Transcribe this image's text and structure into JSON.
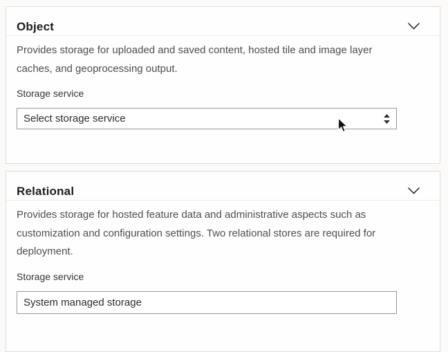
{
  "page": {
    "background": "#fbfaf8"
  },
  "colors": {
    "panel_background": "#fefefe",
    "panel_border": "#dcdcda",
    "header_divider": "#ececea",
    "title_text": "#1d1d1d",
    "body_text": "#4d4d4d",
    "label_text": "#323232",
    "control_text": "#2b2b2b",
    "control_border": "#979797",
    "icon_color": "#2b2b2b"
  },
  "panels": [
    {
      "title": "Object",
      "description_lines": [
        "Provides storage for uploaded and saved content, hosted tile and image layer",
        "caches, and geoprocessing output."
      ],
      "field_label": "Storage service",
      "control": {
        "kind": "select",
        "value": "Select storage service",
        "icon": "updown-arrows-icon"
      },
      "collapse_icon": "chevron-down-icon"
    },
    {
      "title": "Relational",
      "description_lines": [
        "Provides storage for hosted feature data and administrative aspects such as",
        "customization and configuration settings. Two relational stores are required for",
        "deployment."
      ],
      "field_label": "Storage service",
      "control": {
        "kind": "text-input",
        "value": "System managed storage"
      },
      "collapse_icon": "chevron-down-icon"
    }
  ],
  "cursor": {
    "icon": "arrow-pointer"
  }
}
